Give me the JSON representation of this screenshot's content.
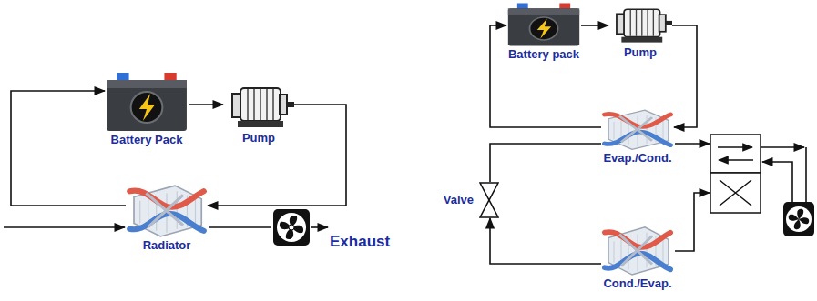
{
  "diagram": {
    "nodes": [
      {
        "text": [
          "Battery Pack"
        ]
      },
      {
        "text": [
          "Pump"
        ]
      },
      {
        "text": [
          "Radiator"
        ]
      },
      {
        "text": [
          "Battery pack"
        ]
      },
      {
        "text": [
          "Pump"
        ]
      },
      {
        "text": [
          "Evap./Cond."
        ]
      },
      {
        "text": [
          "Valve"
        ]
      },
      {
        "text": [
          "Cond./Evap."
        ]
      }
    ],
    "edges": [
      {
        "from": 0,
        "to": 1,
        "arrow": "to"
      },
      {
        "from": 1,
        "to": 2,
        "arrow": "to"
      },
      {
        "from": 2,
        "to": 0,
        "arrow": "to"
      },
      {
        "from": 3,
        "to": 4,
        "arrow": "to"
      },
      {
        "from": 4,
        "to": 5,
        "arrow": "to"
      },
      {
        "from": 5,
        "to": 3,
        "arrow": "to"
      },
      {
        "from": 7,
        "to": 6,
        "arrow": "to"
      },
      {
        "from": 6,
        "to": 5,
        "arrow": "none"
      }
    ],
    "labels": [
      "Exhaust"
    ]
  }
}
